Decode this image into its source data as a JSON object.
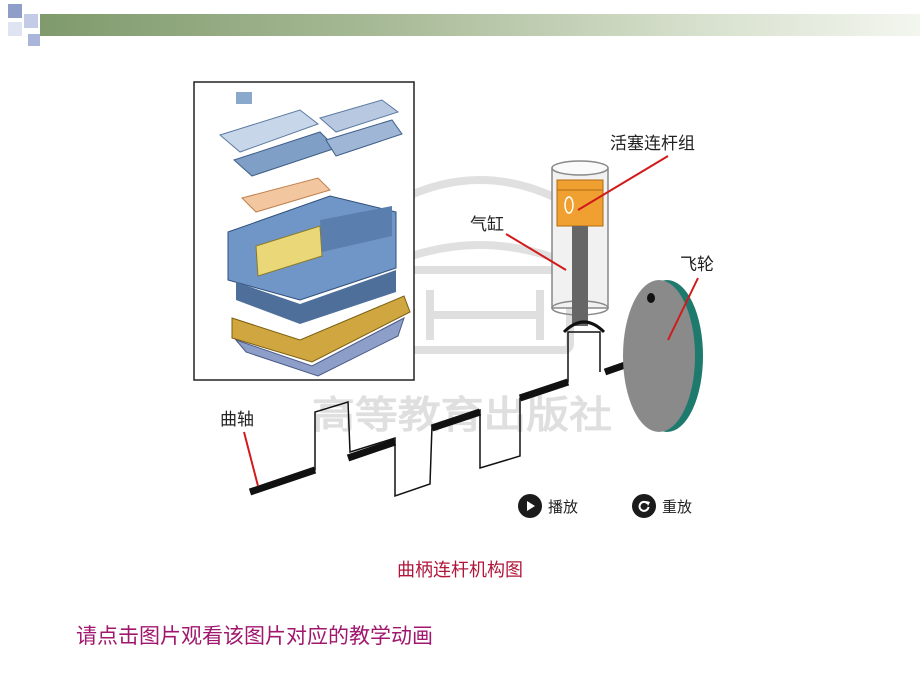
{
  "labels": {
    "piston_group": "活塞连杆组",
    "cylinder": "气缸",
    "flywheel": "飞轮",
    "crankshaft": "曲轴"
  },
  "controls": {
    "play_label": "播放",
    "replay_label": "重放"
  },
  "caption": "曲柄连杆机构图",
  "instruction": "请点击图片观看该图片对应的教学动画",
  "watermark": "高等教育出版社",
  "colors": {
    "caption": "#b0163a",
    "instruction": "#a0186e",
    "flywheel_rim": "#1f7a6e",
    "piston": "#f0a030",
    "leader_line": "#d11a1a"
  }
}
